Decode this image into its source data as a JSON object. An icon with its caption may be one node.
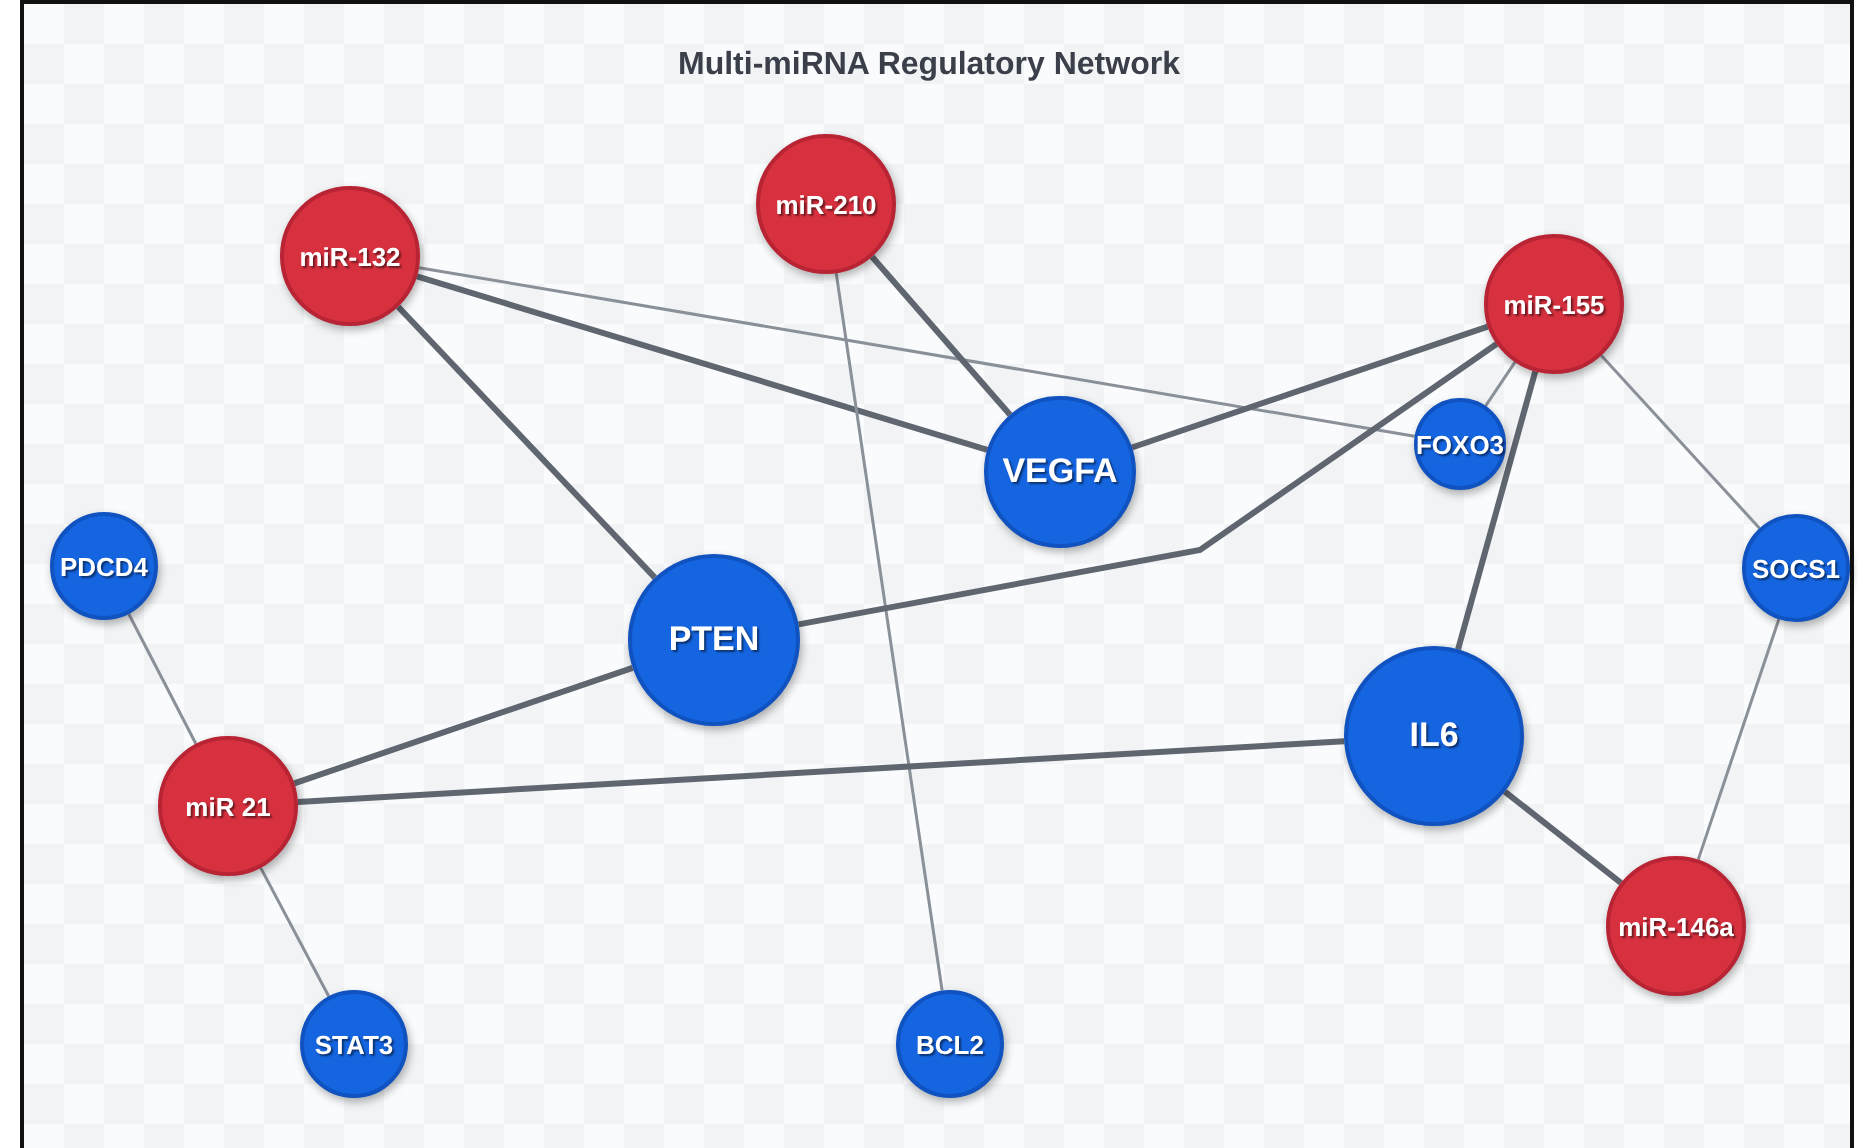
{
  "diagram": {
    "title": "Multi-miRNA Regulatory Network",
    "nodes": [
      {
        "text": [
          "miR-132"
        ]
      },
      {
        "text": [
          "miR-210"
        ]
      },
      {
        "text": [
          "miR-155"
        ]
      },
      {
        "text": [
          "FOXO3"
        ]
      },
      {
        "text": [
          "VEGFA"
        ]
      },
      {
        "text": [
          "PDCD4"
        ]
      },
      {
        "text": [
          "SOCS1"
        ]
      },
      {
        "text": [
          "PTEN"
        ]
      },
      {
        "text": [
          "IL6"
        ]
      },
      {
        "text": [
          "miR 21"
        ]
      },
      {
        "text": [
          "miR-146a"
        ]
      },
      {
        "text": [
          "STAT3"
        ]
      },
      {
        "text": [
          "BCL2"
        ]
      }
    ],
    "edges": [
      {
        "from": 0,
        "to": 3,
        "arrow": "none",
        "color": "#8a9098"
      },
      {
        "from": 0,
        "to": 4,
        "arrow": "none"
      },
      {
        "from": 0,
        "to": 7,
        "arrow": "none"
      },
      {
        "from": 1,
        "to": 4,
        "arrow": "none"
      },
      {
        "from": 1,
        "to": 12,
        "arrow": "none",
        "color": "#8a9098"
      },
      {
        "from": 2,
        "to": 4,
        "arrow": "none"
      },
      {
        "from": 2,
        "to": 7,
        "arrow": "none"
      },
      {
        "from": 2,
        "to": 3,
        "arrow": "none",
        "color": "#8a9098"
      },
      {
        "from": 2,
        "to": 8,
        "arrow": "none"
      },
      {
        "from": 2,
        "to": 6,
        "arrow": "none",
        "color": "#8a9098"
      },
      {
        "from": 9,
        "to": 5,
        "arrow": "none",
        "color": "#8a9098"
      },
      {
        "from": 9,
        "to": 11,
        "arrow": "none",
        "color": "#8a9098"
      },
      {
        "from": 9,
        "to": 7,
        "arrow": "none"
      },
      {
        "from": 9,
        "to": 8,
        "arrow": "none"
      },
      {
        "from": 10,
        "to": 8,
        "arrow": "none"
      },
      {
        "from": 10,
        "to": 6,
        "arrow": "none",
        "color": "#8a9098"
      }
    ]
  }
}
